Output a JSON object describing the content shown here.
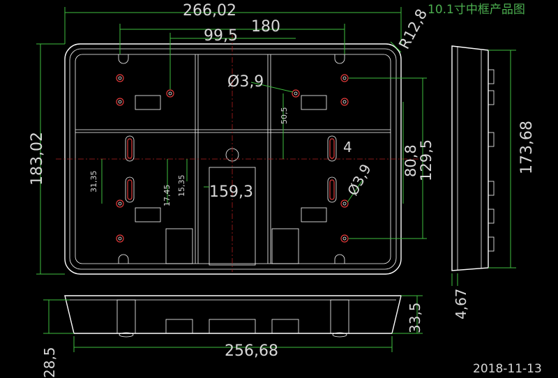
{
  "title": "10.1寸中框产品图",
  "date": "2018-11-13",
  "dimensions": {
    "overall_width": "266,02",
    "hole_spacing": "180",
    "center_offset": "99,5",
    "corner_radius": "R12,8",
    "overall_height": "183,02",
    "hole_diameter_top": "Ø3,9",
    "dim_50_5": "50,5",
    "slot_width": "4",
    "dim_80_8": "80,8",
    "dim_129_5": "129,5",
    "side_height": "173,68",
    "dim_31_35": "31,35",
    "dim_17_45": "17,45",
    "dim_15_35": "15,35",
    "inner_width": "159,3",
    "hole_diameter_right": "Ø3,9",
    "side_thickness": "4,67",
    "depth_outer": "33,5",
    "depth_inner": "28,5",
    "bottom_width": "256,68"
  },
  "colors": {
    "background": "#000000",
    "outline": "#ffffff",
    "dimension": "#3fbf3f",
    "center_mark": "#e23a3a",
    "title": "#4caf50"
  }
}
